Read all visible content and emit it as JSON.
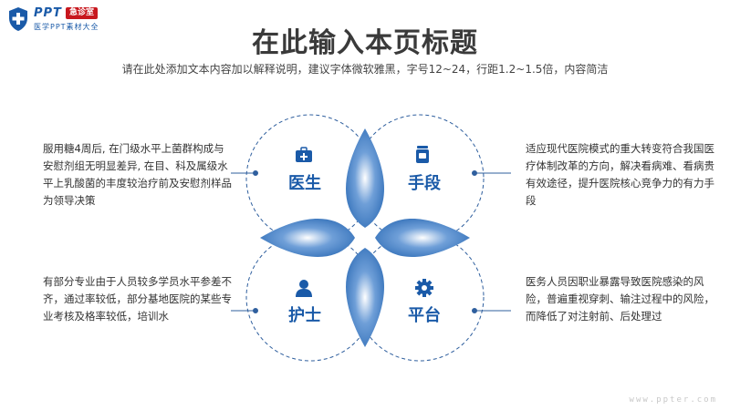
{
  "logo": {
    "brand": "PPT",
    "badge": "急诊室",
    "tagline": "医学PPT素材大全"
  },
  "header": {
    "title": "在此输入本页标题",
    "subtitle": "请在此处添加文本内容加以解释说明，建议字体微软雅黑，字号12~24，行距1.2~1.5倍，内容简洁"
  },
  "quadrants": {
    "top_left": {
      "label": "医生",
      "icon": "medical-kit-icon",
      "description": "服用糖4周后, 在门级水平上菌群构成与安慰剂组无明显差异, 在目、科及属级水平上乳酸菌的丰度较治疗前及安慰剂样品为领导决策"
    },
    "top_right": {
      "label": "手段",
      "icon": "pill-bottle-icon",
      "description": "适应现代医院模式的重大转变符合我国医疗体制改革的方向，解决看病难、看病贵有效途径，提升医院核心竞争力的有力手段"
    },
    "bottom_left": {
      "label": "护士",
      "icon": "person-icon",
      "description": "有部分专业由于人员较多学员水平参差不齐，通过率较低，部分基地医院的某些专业考核及格率较低，培训水"
    },
    "bottom_right": {
      "label": "平台",
      "icon": "gear-icon",
      "description": "医务人员因职业暴露导致医院感染的风险，普遍重视穿刺、输注过程中的风险，而降低了对注射前、后处理过"
    }
  },
  "colors": {
    "primary": "#1a5aa8",
    "dashed_outline": "#2f5f9e",
    "badge": "#c8171e"
  },
  "footer": {
    "watermark": "www.ppter.com"
  }
}
